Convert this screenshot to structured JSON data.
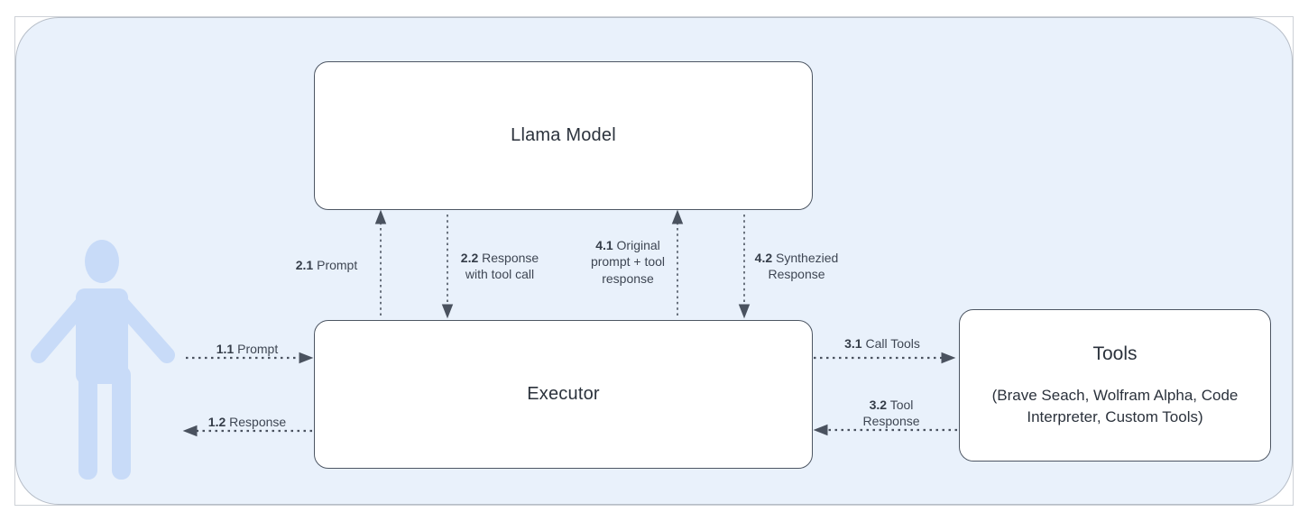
{
  "diagram": {
    "nodes": {
      "llama": {
        "label": "Llama Model"
      },
      "executor": {
        "label": "Executor"
      },
      "tools": {
        "title": "Tools",
        "subtitle": "(Brave Seach, Wolfram Alpha, Code Interpreter, Custom Tools)"
      }
    },
    "edges": {
      "e11": {
        "num": "1.1",
        "text": "Prompt"
      },
      "e12": {
        "num": "1.2",
        "text": "Response"
      },
      "e21": {
        "num": "2.1",
        "text": "Prompt"
      },
      "e22": {
        "num": "2.2",
        "text": "Response with tool call"
      },
      "e31": {
        "num": "3.1",
        "text": "Call Tools"
      },
      "e32": {
        "num": "3.2",
        "text": "Tool Response"
      },
      "e41": {
        "num": "4.1",
        "text": "Original prompt + tool response"
      },
      "e42": {
        "num": "4.2",
        "text": "Synthezied Response"
      }
    },
    "actors": {
      "user": "person pictogram (end user)"
    },
    "colors": {
      "panel_fill": "#e9f1fb",
      "panel_border": "#b6bdc7",
      "frame_border": "#cdd1d7",
      "node_fill": "#ffffff",
      "node_border": "#4d5663",
      "arrow": "#4a525f",
      "label_text": "#3e4653",
      "node_text": "#2b323c",
      "person_fill": "#c8dbf8"
    }
  }
}
